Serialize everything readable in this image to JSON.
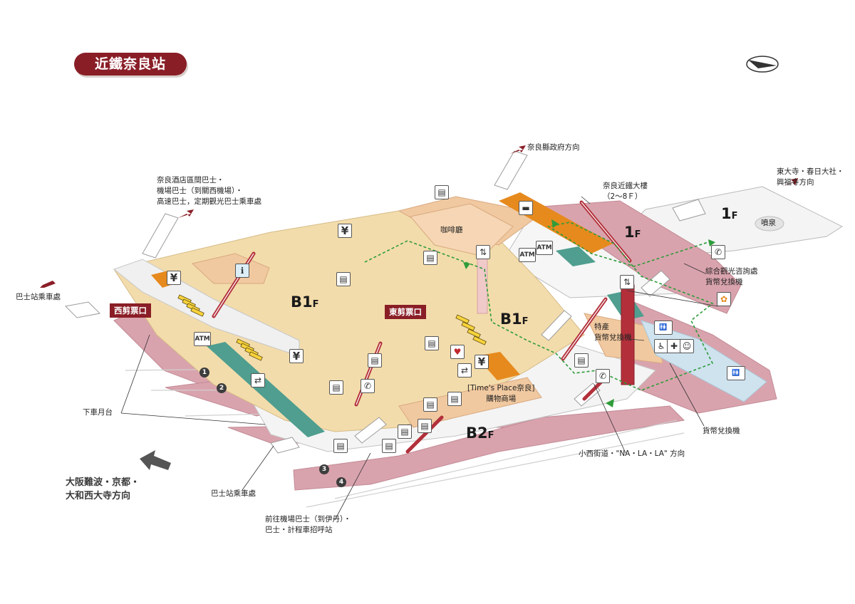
{
  "title": "近鐵奈良站",
  "floors": {
    "b1_west": "B1",
    "b1_east": "B1",
    "b2": "B2",
    "f1_a": "1",
    "f1_b": "1",
    "suffix": "F"
  },
  "gates": {
    "west": "西剪票口",
    "east": "東剪票口"
  },
  "labels": {
    "nara_pref_office": "奈良縣政府方向",
    "hotel_bus": [
      "奈良酒店區間巴士・",
      "機場巴士（到關西機場）・",
      "高速巴士，定期觀光巴士乘車處"
    ],
    "bus_stop_left": "巴士站乘車處",
    "kintetsu_building": [
      "奈良近鐵大樓",
      "（2～8Ｆ）"
    ],
    "todaiji": [
      "東大寺・春日大社・",
      "興福寺方向"
    ],
    "fountain": "噴泉",
    "cafe": "咖啡廳",
    "tourist_info": [
      "綜合觀光咨詢處",
      "貨幣兌換機"
    ],
    "souvenir_exchange": [
      "特產",
      "貨幣兌換機"
    ],
    "times_place": [
      "[Time's Place奈良]",
      "購物商場"
    ],
    "platform": "下車月台",
    "exchange_machine": "貨幣兌換機",
    "konishi": "小西街道・\"NA・LA・LA\" 方向",
    "osaka": [
      "大阪難波・京都・",
      "大和西大寺方向"
    ],
    "bus_stop_bottom": "巴士站乘車處",
    "airport_bus": [
      "前往機場巴士（到伊丹）・",
      "巴士・計程車招呼站"
    ]
  },
  "platforms": [
    "1",
    "2",
    "3",
    "4"
  ],
  "icons": {
    "yen": "¥",
    "atm": "ATM",
    "locker": "locker-icon",
    "elevator": "elevator-icon",
    "phone": "telephone-icon",
    "restroom": "restroom-icon",
    "accessible": "accessible-restroom-icon",
    "aed": "aed-icon",
    "transfer": "transfer-icon",
    "exit_arrow": "exit-arrow-icon",
    "north": "north-arrow-icon"
  },
  "colors": {
    "brand": "#8a1e27",
    "platform": "#d9a3ad",
    "concourse": "#f3dcab",
    "shop": "#f1c9a0",
    "escalator": "#b3303b",
    "route": "#2e9c3a",
    "teal": "#4f9e8f",
    "orange": "#e68a1e"
  }
}
